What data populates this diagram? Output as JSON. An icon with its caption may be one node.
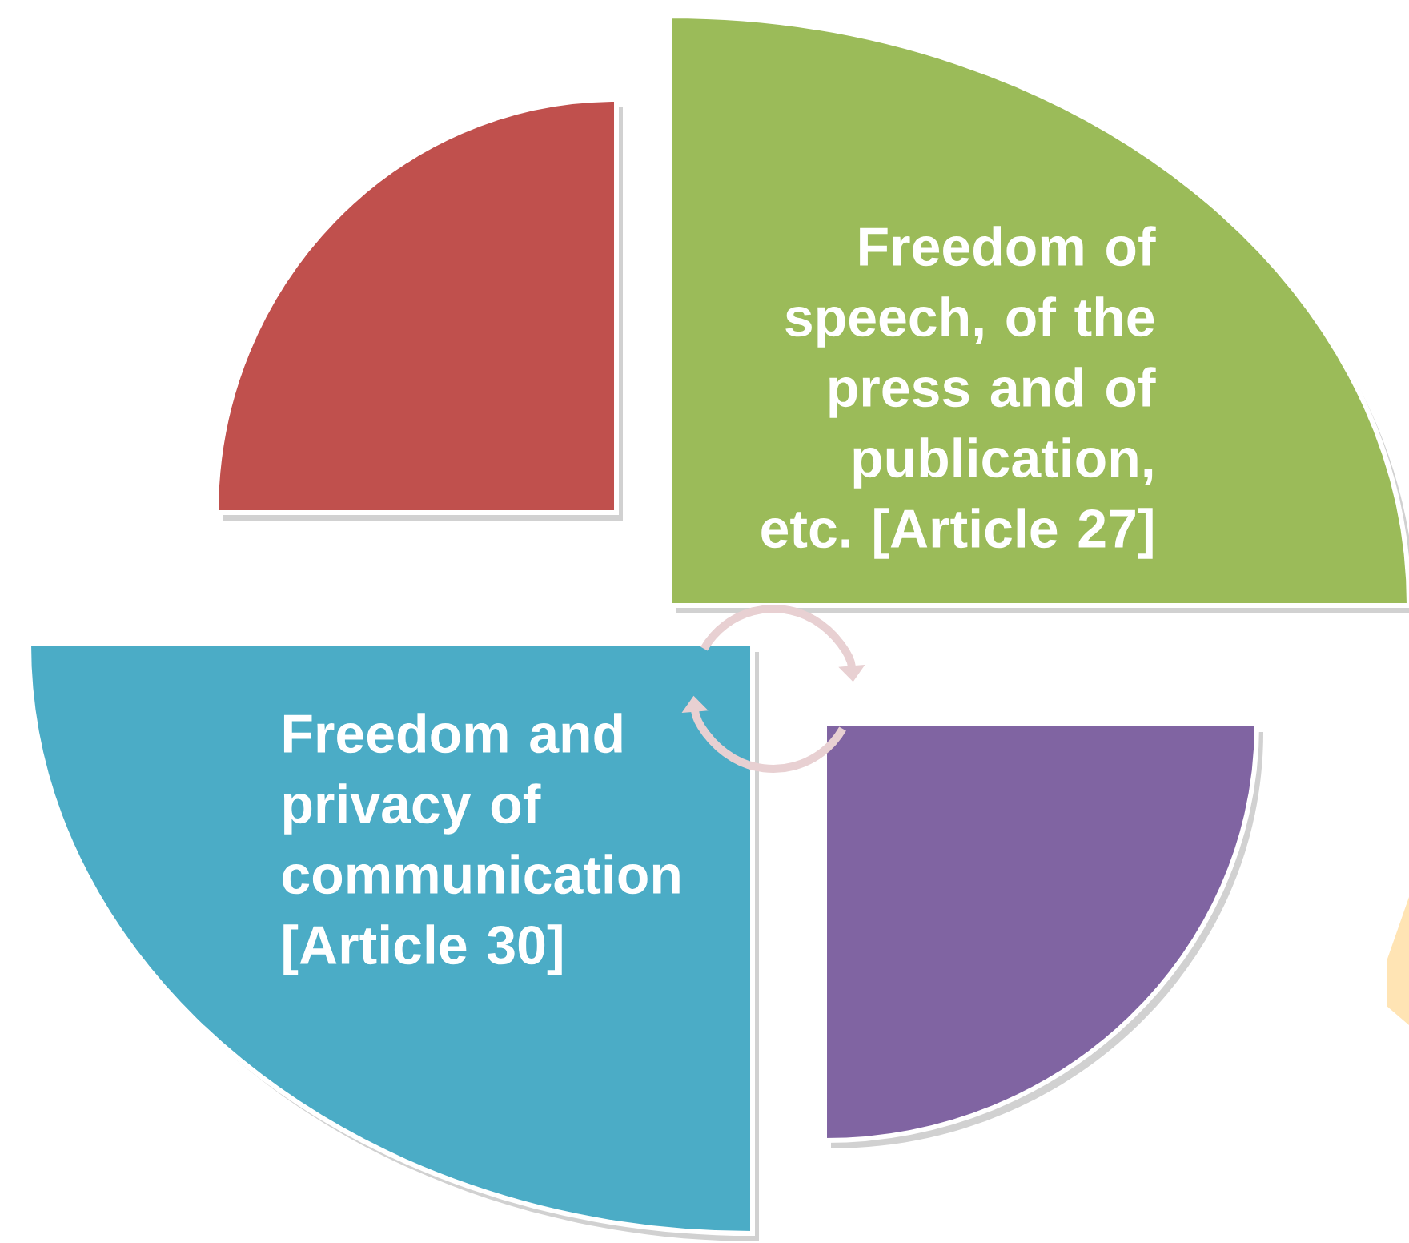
{
  "diagram": {
    "nodes": [
      {
        "text": [],
        "shape": "sector"
      },
      {
        "text": [
          "Freedom of speech, of the press and of publication, etc. [Article 27]"
        ]
      },
      {
        "text": [
          "Freedom and privacy of communication [Article 30]"
        ]
      },
      {
        "text": [],
        "shape": "sector"
      }
    ],
    "edges": [
      {
        "from": 2,
        "to": 3,
        "arrow": "to"
      },
      {
        "from": 3,
        "to": 2,
        "arrow": "to"
      }
    ]
  }
}
